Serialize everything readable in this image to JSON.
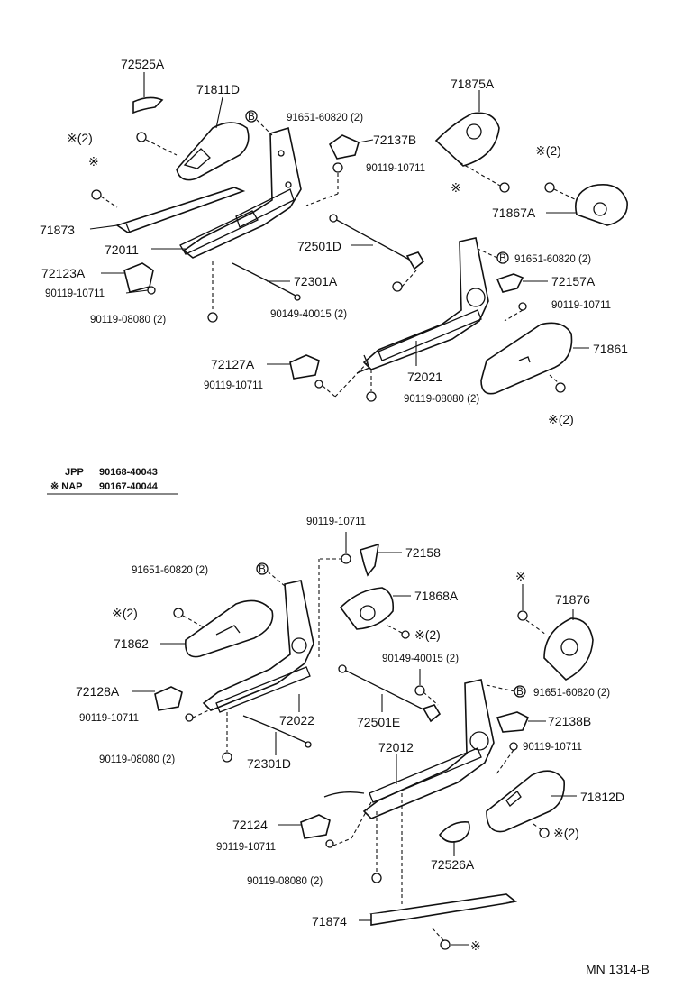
{
  "labels": {
    "p72525A": "72525A",
    "p71811D": "71811D",
    "p91651_top": "91651-60820 (2)",
    "p71875A": "71875A",
    "p72137B": "72137B",
    "p90119_10711_a": "90119-10711",
    "p2_a": "※(2)",
    "p_star_a": "※",
    "p71873": "71873",
    "p72011": "72011",
    "p2_b": "※(2)",
    "p71867A": "71867A",
    "p_star_b": "※",
    "p72501D": "72501D",
    "p91651_mid": "91651-60820 (2)",
    "p72123A": "72123A",
    "p90119_10711_b": "90119-10711",
    "p72301A": "72301A",
    "p72157A": "72157A",
    "p90149_a": "90149-40015 (2)",
    "p90119_10711_c": "90119-10711",
    "p90119_08080_a": "90119-08080 (2)",
    "p71861": "71861",
    "p72127A": "72127A",
    "p72021": "72021",
    "p90119_10711_d": "90119-10711",
    "p90119_08080_b": "90119-08080 (2)",
    "p2_c": "※(2)",
    "p90119_10711_e": "90119-10711",
    "p72158": "72158",
    "p91651_low": "91651-60820 (2)",
    "p71868A": "71868A",
    "p_star_c": "※",
    "p71876": "71876",
    "p2_d": "※(2)",
    "p2_e": "※(2)",
    "p71862": "71862",
    "p90149_b": "90149-40015 (2)",
    "p72128A": "72128A",
    "p91651_low2": "91651-60820 (2)",
    "p90119_10711_f": "90119-10711",
    "p72022": "72022",
    "p72501E": "72501E",
    "p72138B": "72138B",
    "p90119_08080_c": "90119-08080 (2)",
    "p72301D": "72301D",
    "p72012": "72012",
    "p90119_10711_g": "90119-10711",
    "p71812D": "71812D",
    "p72124": "72124",
    "p2_f": "※(2)",
    "p90119_10711_h": "90119-10711",
    "p72526A": "72526A",
    "p90119_08080_d": "90119-08080 (2)",
    "p71874": "71874",
    "p_star_d": "※"
  },
  "bolt_symbol": "B",
  "legend": {
    "row1_code": "JPP",
    "row1_part": "90168-40043",
    "row2_code": "※ NAP",
    "row2_part": "90167-40044"
  },
  "figure_id": "MN  1314-B"
}
